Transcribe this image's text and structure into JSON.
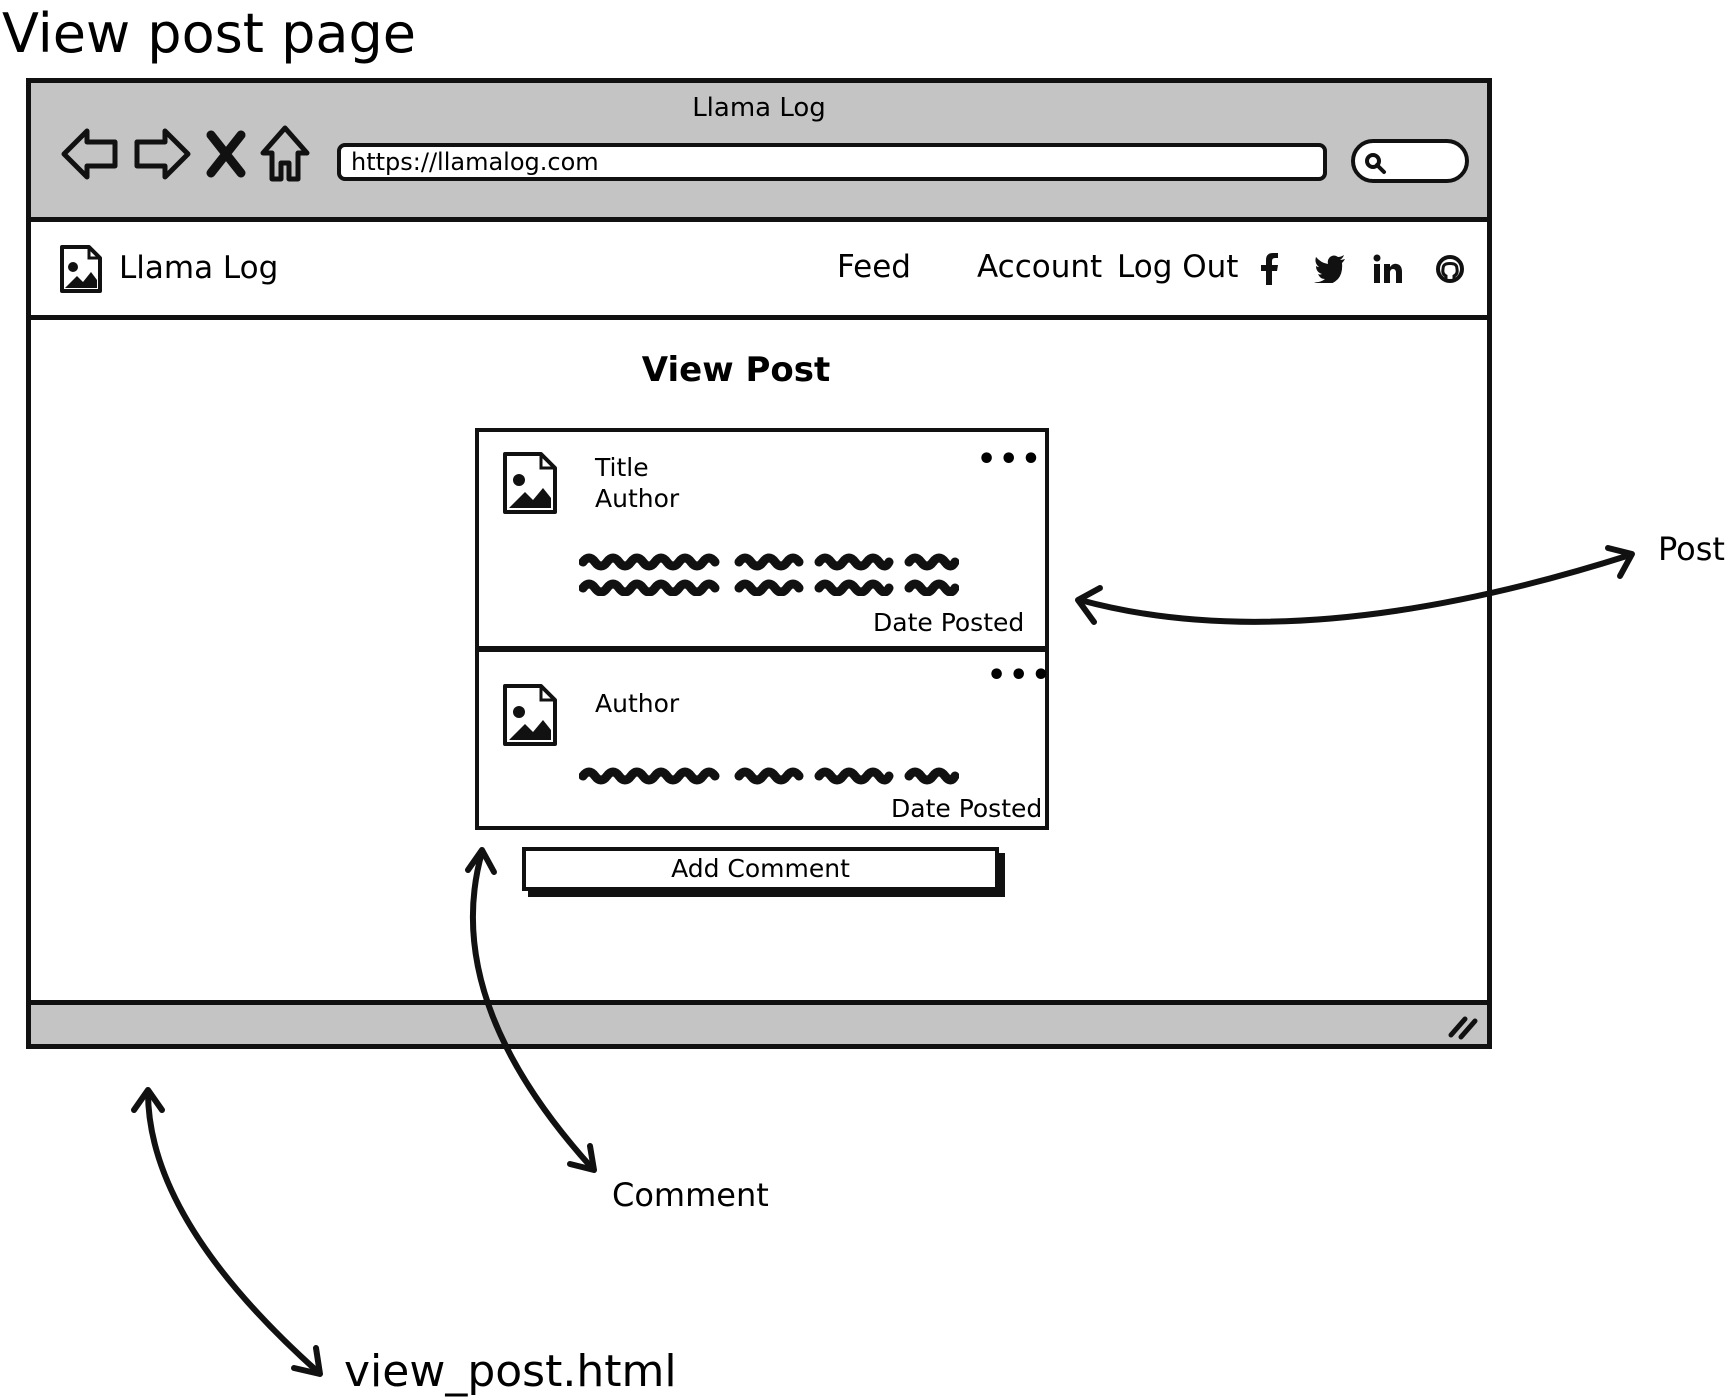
{
  "page_title": "View post page",
  "browser": {
    "window_title": "Llama Log",
    "url": "https://llamalog.com"
  },
  "header": {
    "brand": "Llama Log",
    "nav": [
      "Feed",
      "Account",
      "Log Out"
    ],
    "social_icons": [
      "facebook-icon",
      "twitter-icon",
      "linkedin-icon",
      "github-icon"
    ]
  },
  "main": {
    "heading": "View Post",
    "post": {
      "title": "Title",
      "author": "Author",
      "date": "Date Posted"
    },
    "comment": {
      "author": "Author",
      "date": "Date Posted"
    },
    "add_comment_label": "Add Comment"
  },
  "annotations": {
    "post": "Post",
    "comment": "Comment",
    "file": "view_post.html"
  }
}
